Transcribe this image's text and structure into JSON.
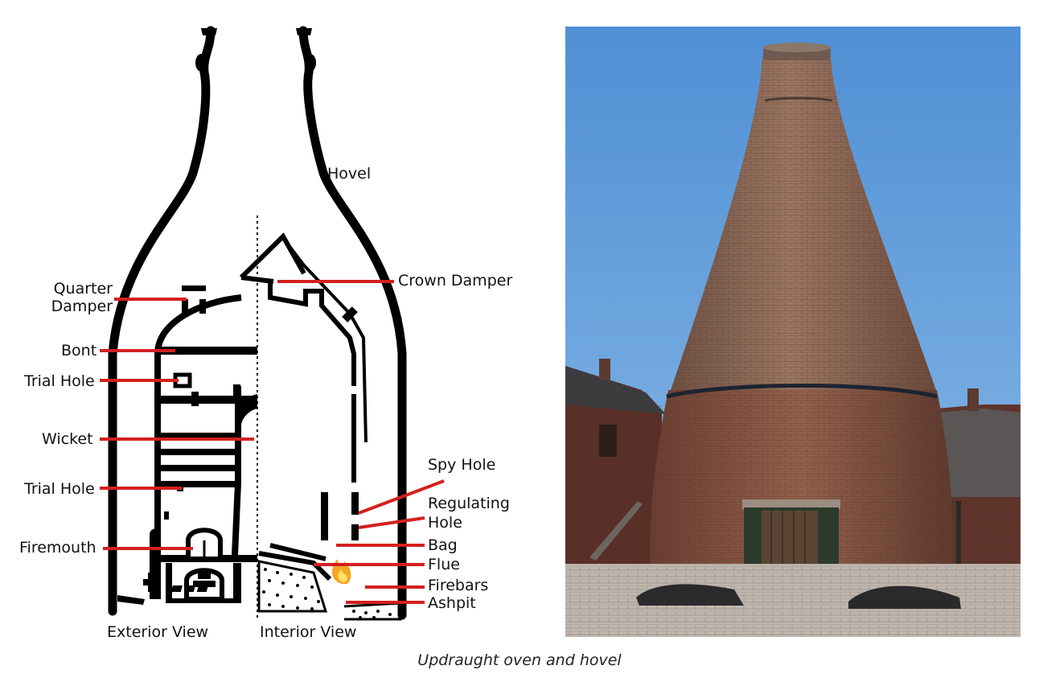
{
  "diagram": {
    "hovel_label": "Hovel",
    "labels_left": [
      {
        "id": "quarter-damper",
        "lines": [
          "Quarter",
          "Damper"
        ]
      },
      {
        "id": "bont",
        "lines": [
          "Bont"
        ]
      },
      {
        "id": "trial-hole-upper",
        "lines": [
          "Trial Hole"
        ]
      },
      {
        "id": "wicket",
        "lines": [
          "Wicket"
        ]
      },
      {
        "id": "trial-hole-lower",
        "lines": [
          "Trial Hole"
        ]
      },
      {
        "id": "firemouth",
        "lines": [
          "Firemouth"
        ]
      }
    ],
    "labels_right": [
      {
        "id": "crown-damper",
        "lines": [
          "Crown Damper"
        ]
      },
      {
        "id": "spy-hole",
        "lines": [
          "Spy Hole"
        ]
      },
      {
        "id": "regulating-hole",
        "lines": [
          "Regulating",
          "Hole"
        ]
      },
      {
        "id": "bag",
        "lines": [
          "Bag"
        ]
      },
      {
        "id": "flue",
        "lines": [
          "Flue"
        ]
      },
      {
        "id": "firebars",
        "lines": [
          "Firebars"
        ]
      },
      {
        "id": "ashpit",
        "lines": [
          "Ashpit"
        ]
      }
    ],
    "exterior_view": "Exterior View",
    "interior_view": "Interior View",
    "leader_color": "#d42020"
  },
  "caption": "Updraught oven and hovel"
}
